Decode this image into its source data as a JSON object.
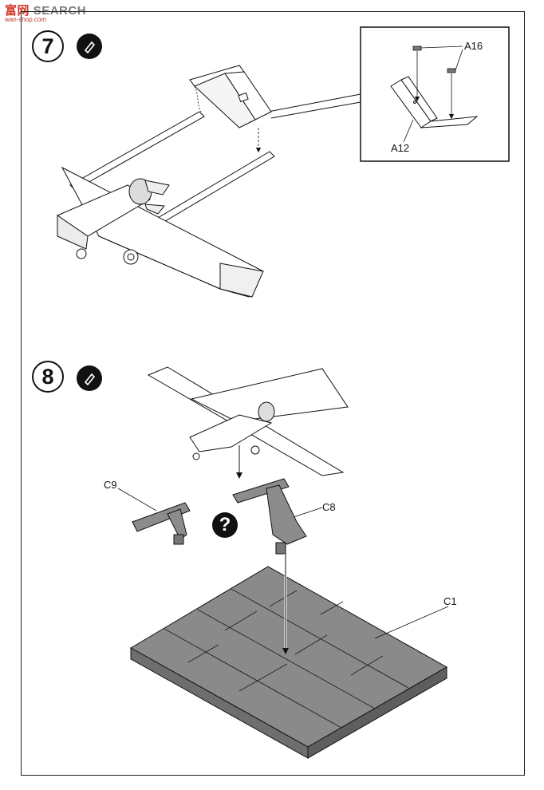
{
  "watermark": {
    "chinese": "富",
    "chinese2": "网",
    "brand": "SEARCH",
    "url": "wan-shop.com"
  },
  "steps": [
    {
      "number": "7",
      "labels": {
        "part_a16": "A16",
        "part_a12": "A12"
      }
    },
    {
      "number": "8",
      "labels": {
        "part_c9": "C9",
        "part_c8": "C8",
        "part_c1": "C1"
      },
      "question_mark": "?"
    }
  ],
  "icons": {
    "glue": "cement-glue-icon",
    "optional": "question-mark-icon"
  },
  "colors": {
    "line": "#111111",
    "part_fill": "#8c8c8c",
    "base_fill": "#8a8a8a",
    "paper": "#ffffff"
  }
}
